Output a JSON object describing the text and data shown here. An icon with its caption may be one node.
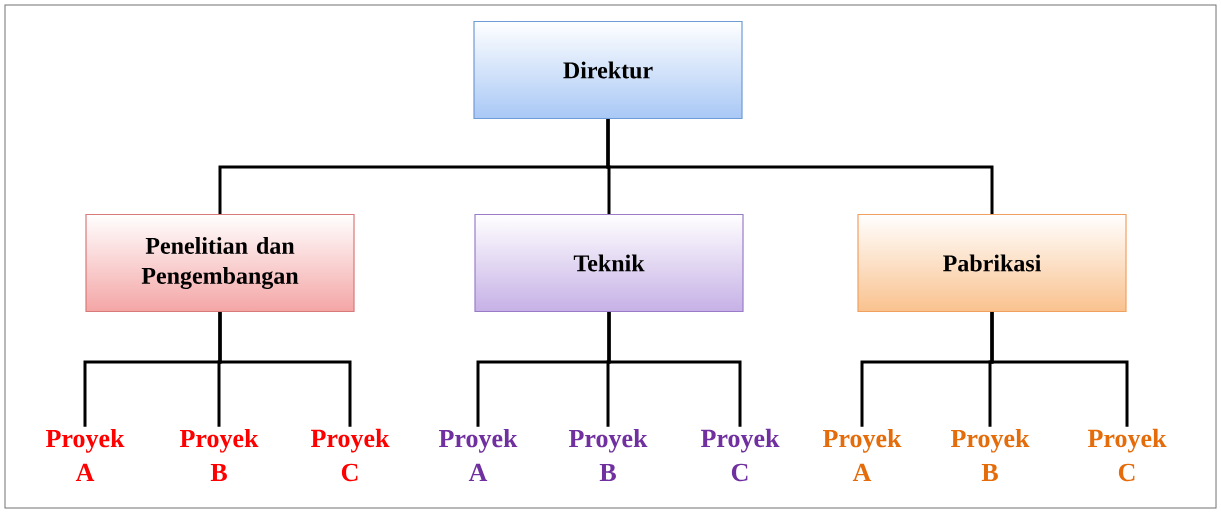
{
  "diagram": {
    "nodes": [
      {
        "text": [
          "Direktur"
        ]
      },
      {
        "text": [
          "Penelitian dan Pengembangan"
        ]
      },
      {
        "text": [
          "Teknik"
        ]
      },
      {
        "text": [
          "Pabrikasi"
        ]
      },
      {
        "text": [
          "Proyek A"
        ]
      },
      {
        "text": [
          "Proyek B"
        ]
      },
      {
        "text": [
          "Proyek C"
        ]
      },
      {
        "text": [
          "Proyek A"
        ]
      },
      {
        "text": [
          "Proyek B"
        ]
      },
      {
        "text": [
          "Proyek C"
        ]
      },
      {
        "text": [
          "Proyek A"
        ]
      },
      {
        "text": [
          "Proyek B"
        ]
      },
      {
        "text": [
          "Proyek C"
        ]
      }
    ],
    "edges": [
      {
        "from": 0,
        "to": 1,
        "arrow": "none"
      },
      {
        "from": 0,
        "to": 2,
        "arrow": "none"
      },
      {
        "from": 0,
        "to": 3,
        "arrow": "none"
      },
      {
        "from": 1,
        "to": 4,
        "arrow": "none"
      },
      {
        "from": 1,
        "to": 5,
        "arrow": "none"
      },
      {
        "from": 1,
        "to": 6,
        "arrow": "none"
      },
      {
        "from": 2,
        "to": 7,
        "arrow": "none"
      },
      {
        "from": 2,
        "to": 8,
        "arrow": "none"
      },
      {
        "from": 2,
        "to": 9,
        "arrow": "none"
      },
      {
        "from": 3,
        "to": 10,
        "arrow": "none"
      },
      {
        "from": 3,
        "to": 11,
        "arrow": "none"
      },
      {
        "from": 3,
        "to": 12,
        "arrow": "none"
      }
    ]
  }
}
